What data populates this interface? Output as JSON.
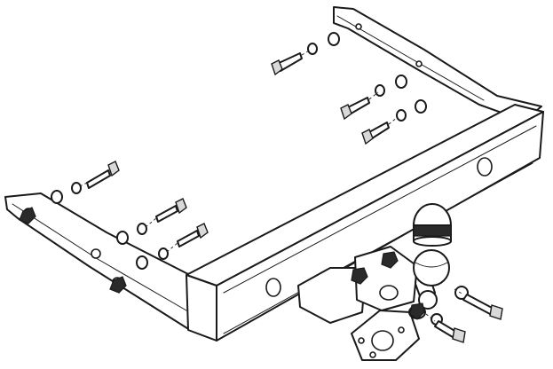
{
  "figure": {
    "background": "#ffffff",
    "line_color": "#1a1a1a",
    "shade_color": "#d9d9d9",
    "components": [
      "tow-bar-crossbeam",
      "left-side-bracket",
      "right-side-bracket",
      "tow-ball",
      "tow-ball-cover",
      "socket-plate",
      "mounting-bolts",
      "washers",
      "nuts"
    ]
  }
}
